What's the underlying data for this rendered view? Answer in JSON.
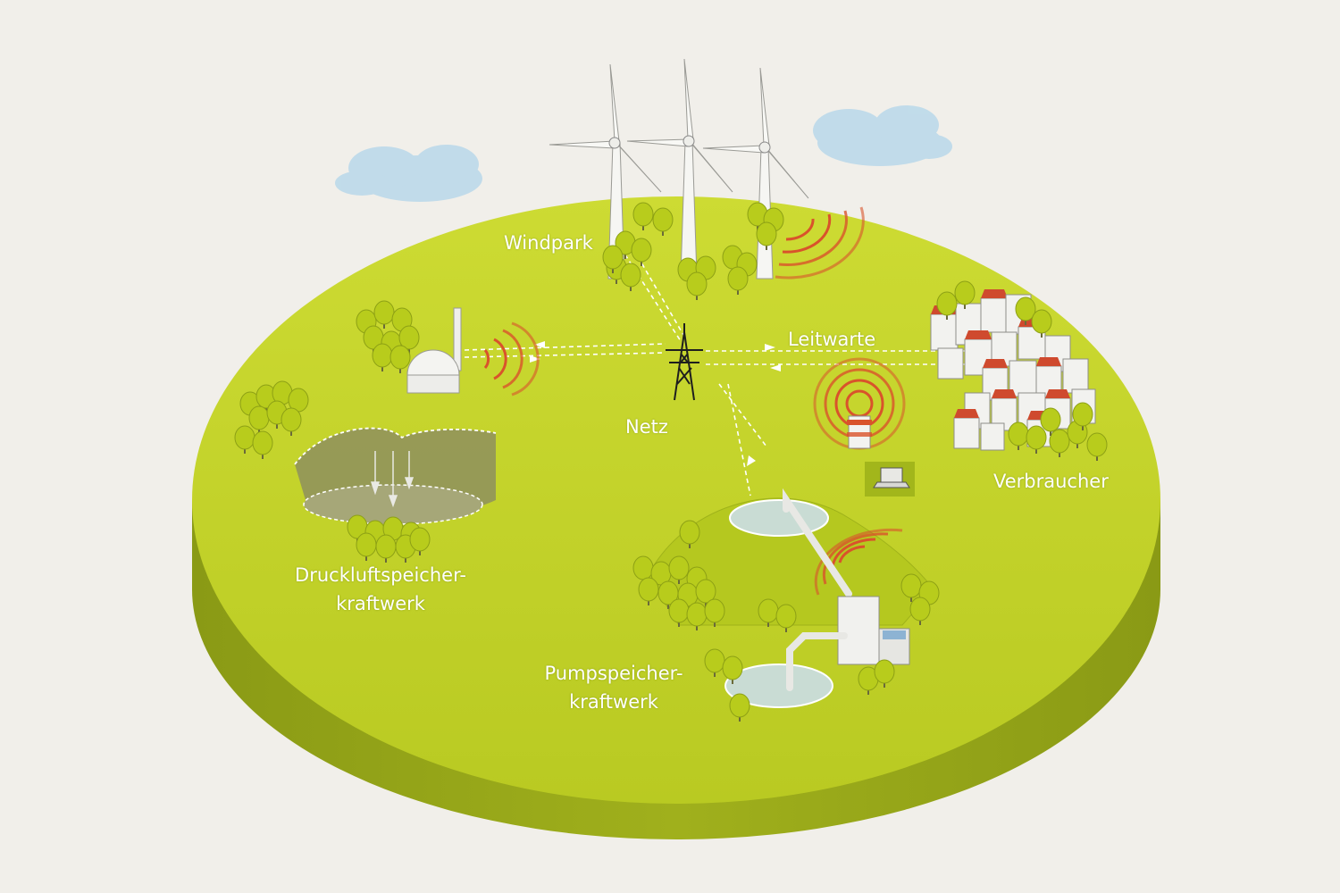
{
  "labels": {
    "windpark": "Windpark",
    "leitwarte": "Leitwarte",
    "netz": "Netz",
    "verbraucher": "Verbraucher",
    "druckluft_line1": "Druckluftspeicher-",
    "druckluft_line2": "kraftwerk",
    "pumpspeicher_line1": "Pumpspeicher-",
    "pumpspeicher_line2": "kraftwerk"
  },
  "colors": {
    "background": "#f1efea",
    "ground_top": "#c3d22a",
    "ground_side": "#8f9e17",
    "tree": "#b8cc1c",
    "signal": "#d9532b",
    "roof": "#cf4a2e",
    "water": "#c9dcd4",
    "cloud": "#b9d8ea",
    "label": "#ffffff"
  },
  "icons": {
    "turbine": "wind-turbine-icon",
    "pylon": "transmission-tower-icon",
    "dome": "storage-dome-icon",
    "control": "control-tower-icon",
    "laptop": "laptop-icon",
    "houses": "houses-icon",
    "powerhouse": "powerhouse-icon"
  }
}
